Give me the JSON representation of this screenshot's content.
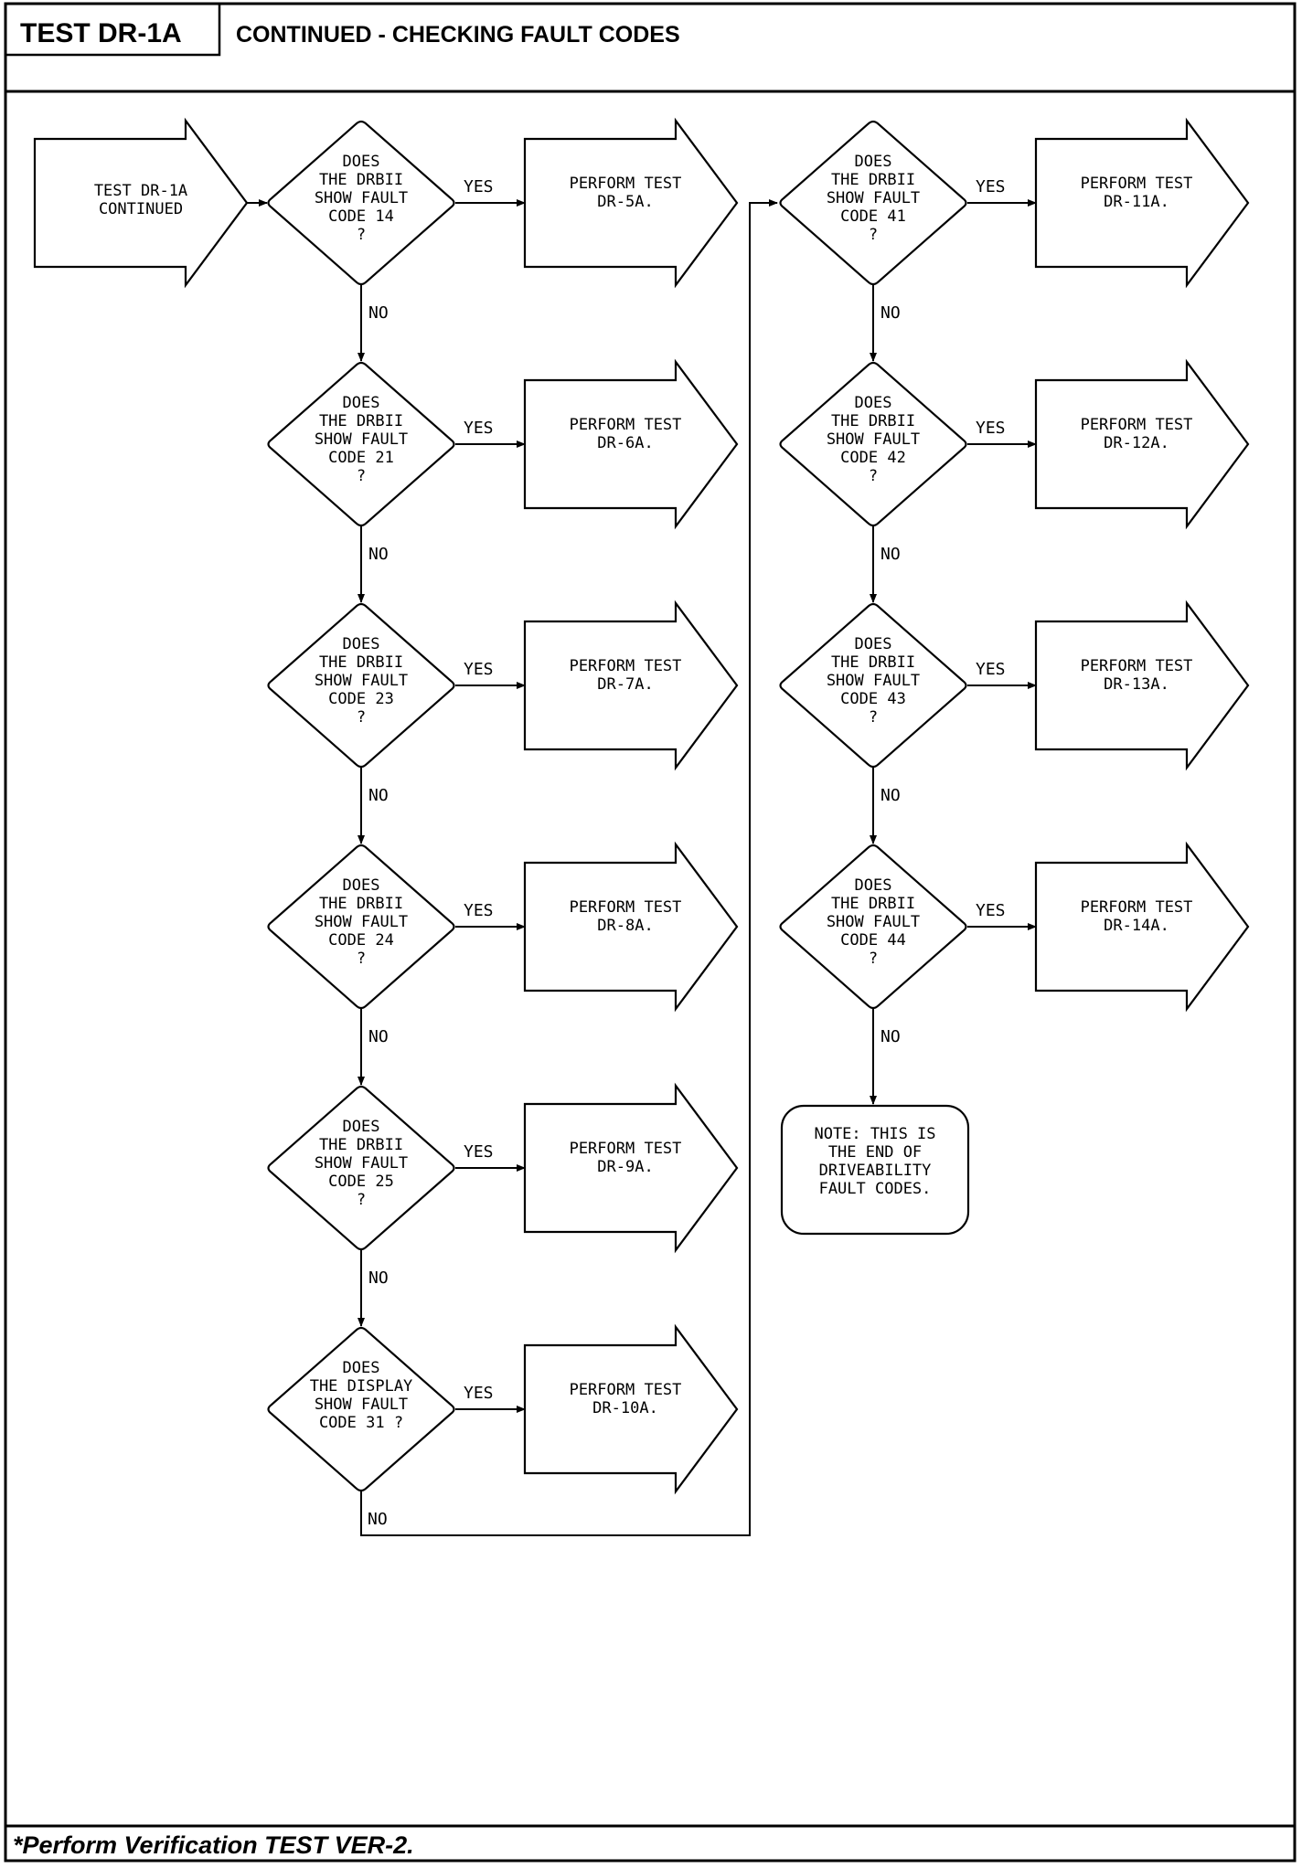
{
  "header": {
    "test_id": "TEST DR-1A",
    "title": "CONTINUED - CHECKING FAULT CODES"
  },
  "footer": {
    "note": "*Perform Verification TEST VER-2."
  },
  "flowchart": {
    "start": [
      "TEST DR-1A",
      "CONTINUED"
    ],
    "yes_label": "YES",
    "no_label": "NO",
    "left_column": [
      {
        "question": [
          "DOES",
          "THE DRBII",
          "SHOW FAULT",
          "CODE 14",
          "?"
        ],
        "action": [
          "PERFORM TEST",
          "DR-5A."
        ]
      },
      {
        "question": [
          "DOES",
          "THE DRBII",
          "SHOW FAULT",
          "CODE 21",
          "?"
        ],
        "action": [
          "PERFORM TEST",
          "DR-6A."
        ]
      },
      {
        "question": [
          "DOES",
          "THE DRBII",
          "SHOW FAULT",
          "CODE 23",
          "?"
        ],
        "action": [
          "PERFORM TEST",
          "DR-7A."
        ]
      },
      {
        "question": [
          "DOES",
          "THE DRBII",
          "SHOW FAULT",
          "CODE 24",
          "?"
        ],
        "action": [
          "PERFORM TEST",
          "DR-8A."
        ]
      },
      {
        "question": [
          "DOES",
          "THE DRBII",
          "SHOW FAULT",
          "CODE 25",
          "?"
        ],
        "action": [
          "PERFORM TEST",
          "DR-9A."
        ]
      },
      {
        "question": [
          "DOES",
          "THE DISPLAY",
          "SHOW FAULT",
          "CODE 31 ?"
        ],
        "action": [
          "PERFORM TEST",
          "DR-10A."
        ]
      }
    ],
    "right_column": [
      {
        "question": [
          "DOES",
          "THE DRBII",
          "SHOW FAULT",
          "CODE 41",
          "?"
        ],
        "action": [
          "PERFORM TEST",
          "DR-11A."
        ]
      },
      {
        "question": [
          "DOES",
          "THE DRBII",
          "SHOW FAULT",
          "CODE 42",
          "?"
        ],
        "action": [
          "PERFORM TEST",
          "DR-12A."
        ]
      },
      {
        "question": [
          "DOES",
          "THE DRBII",
          "SHOW FAULT",
          "CODE 43",
          "?"
        ],
        "action": [
          "PERFORM TEST",
          "DR-13A."
        ]
      },
      {
        "question": [
          "DOES",
          "THE DRBII",
          "SHOW FAULT",
          "CODE 44",
          "?"
        ],
        "action": [
          "PERFORM TEST",
          "DR-14A."
        ]
      }
    ],
    "end_note": [
      "NOTE: THIS IS",
      "THE END OF",
      "DRIVEABILITY",
      "FAULT CODES."
    ]
  }
}
